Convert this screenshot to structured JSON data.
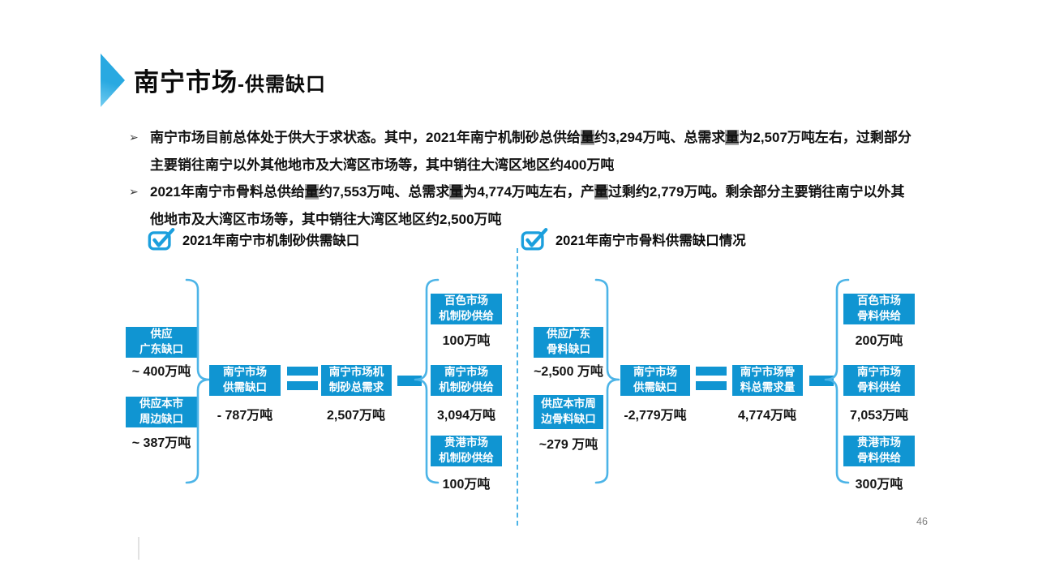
{
  "colors": {
    "box-blue": "#1095d2",
    "accent-blue": "#29a9e1",
    "brace-blue": "#4cb4e7",
    "check-blue": "#1b9fdd",
    "text-dark": "#141414",
    "page-num-gray": "#808080",
    "highlight-gray": "#a9a9a9"
  },
  "highlight_char": "量",
  "bullet_marker": "➢",
  "title": {
    "main": "南宁市场",
    "sub": "-供需缺口"
  },
  "bullets": [
    {
      "lines": [
        "南宁市场目前总体处于供大于求状态。其中，2021年南宁机制砂总供给量约3,294万吨、总需求量为2,507万吨左右，过剩部分",
        "主要销往南宁以外其他地市及大湾区市场等，其中销往大湾区地区约400万吨"
      ]
    },
    {
      "lines": [
        "2021年南宁市骨料总供给量约7,553万吨、总需求量为4,774万吨左右，产量过剩约2,779万吨。剩余部分主要销往南宁以外其",
        "他地市及大湾区市场等，其中销往大湾区地区约2,500万吨"
      ]
    }
  ],
  "sections": [
    {
      "header": "2021年南宁市机制砂供需缺口",
      "export_gaps": [
        {
          "label": "供应\n广东缺口",
          "value": "~ 400万吨"
        },
        {
          "label": "供应本市\n周边缺口",
          "value": "~ 387万吨"
        }
      ],
      "market_gap": {
        "label": "南宁市场\n供需缺口",
        "value": "- 787万吨"
      },
      "total_demand": {
        "label": "南宁市场机\n制砂总需求",
        "value": "2,507万吨"
      },
      "supplies": [
        {
          "label": "百色市场\n机制砂供给",
          "value": "100万吨"
        },
        {
          "label": "南宁市场\n机制砂供给",
          "value": "3,094万吨"
        },
        {
          "label": "贵港市场\n机制砂供给",
          "value": "100万吨"
        }
      ]
    },
    {
      "header": "2021年南宁市骨料供需缺口情况",
      "export_gaps": [
        {
          "label": "供应广东\n骨料缺口",
          "value": "~2,500 万吨"
        },
        {
          "label": "供应本市周\n边骨料缺口",
          "value": "~279 万吨"
        }
      ],
      "market_gap": {
        "label": "南宁市场\n供需缺口",
        "value": "-2,779万吨"
      },
      "total_demand": {
        "label": "南宁市场骨\n料总需求量",
        "value": "4,774万吨"
      },
      "supplies": [
        {
          "label": "百色市场\n骨料供给",
          "value": "200万吨"
        },
        {
          "label": "南宁市场\n骨料供给",
          "value": "7,053万吨"
        },
        {
          "label": "贵港市场\n骨料供给",
          "value": "300万吨"
        }
      ]
    }
  ],
  "page_number": "46"
}
